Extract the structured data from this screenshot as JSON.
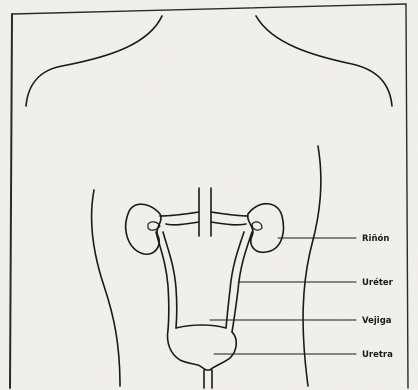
{
  "diagram": {
    "labels": {
      "kidney": "Riñón",
      "ureter": "Uréter",
      "bladder": "Vejiga",
      "urethra": "Uretra"
    },
    "colors": {
      "paper": "#f4f3ef",
      "ink": "#1a1a1a",
      "frame": "#2a2a2a"
    }
  }
}
